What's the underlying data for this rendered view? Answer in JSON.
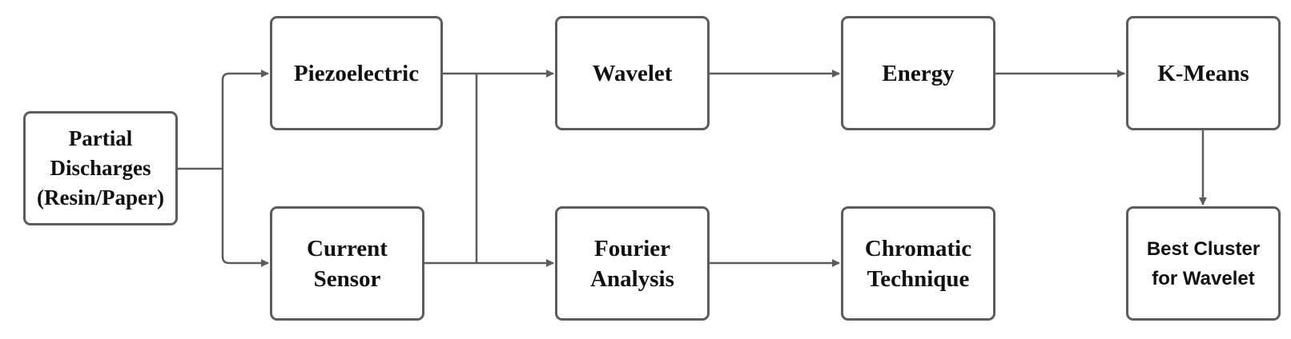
{
  "diagram": {
    "nodes": {
      "partial_discharges": {
        "lines": [
          "Partial",
          "Discharges",
          "(Resin/Paper)"
        ]
      },
      "piezoelectric": {
        "lines": [
          "Piezoelectric"
        ]
      },
      "current_sensor": {
        "lines": [
          "Current",
          "Sensor"
        ]
      },
      "wavelet": {
        "lines": [
          "Wavelet"
        ]
      },
      "fourier_analysis": {
        "lines": [
          "Fourier",
          "Analysis"
        ]
      },
      "energy": {
        "lines": [
          "Energy"
        ]
      },
      "chromatic_technique": {
        "lines": [
          "Chromatic",
          "Technique"
        ]
      },
      "k_means": {
        "lines": [
          "K-Means"
        ]
      },
      "best_cluster": {
        "lines": [
          "Best Cluster",
          "for Wavelet"
        ]
      }
    },
    "edges": [
      {
        "from": "Partial Discharges",
        "to": "Piezoelectric"
      },
      {
        "from": "Partial Discharges",
        "to": "Current Sensor"
      },
      {
        "from": "Piezoelectric",
        "to": "Wavelet"
      },
      {
        "from": "Piezoelectric",
        "to": "Fourier Analysis"
      },
      {
        "from": "Current Sensor",
        "to": "Wavelet"
      },
      {
        "from": "Current Sensor",
        "to": "Fourier Analysis"
      },
      {
        "from": "Wavelet",
        "to": "Energy"
      },
      {
        "from": "Energy",
        "to": "K-Means"
      },
      {
        "from": "Fourier Analysis",
        "to": "Chromatic Technique"
      },
      {
        "from": "K-Means",
        "to": "Best Cluster for Wavelet"
      }
    ],
    "colors": {
      "stroke": "#5c5c5c",
      "text": "#111111",
      "background": "#ffffff"
    }
  }
}
